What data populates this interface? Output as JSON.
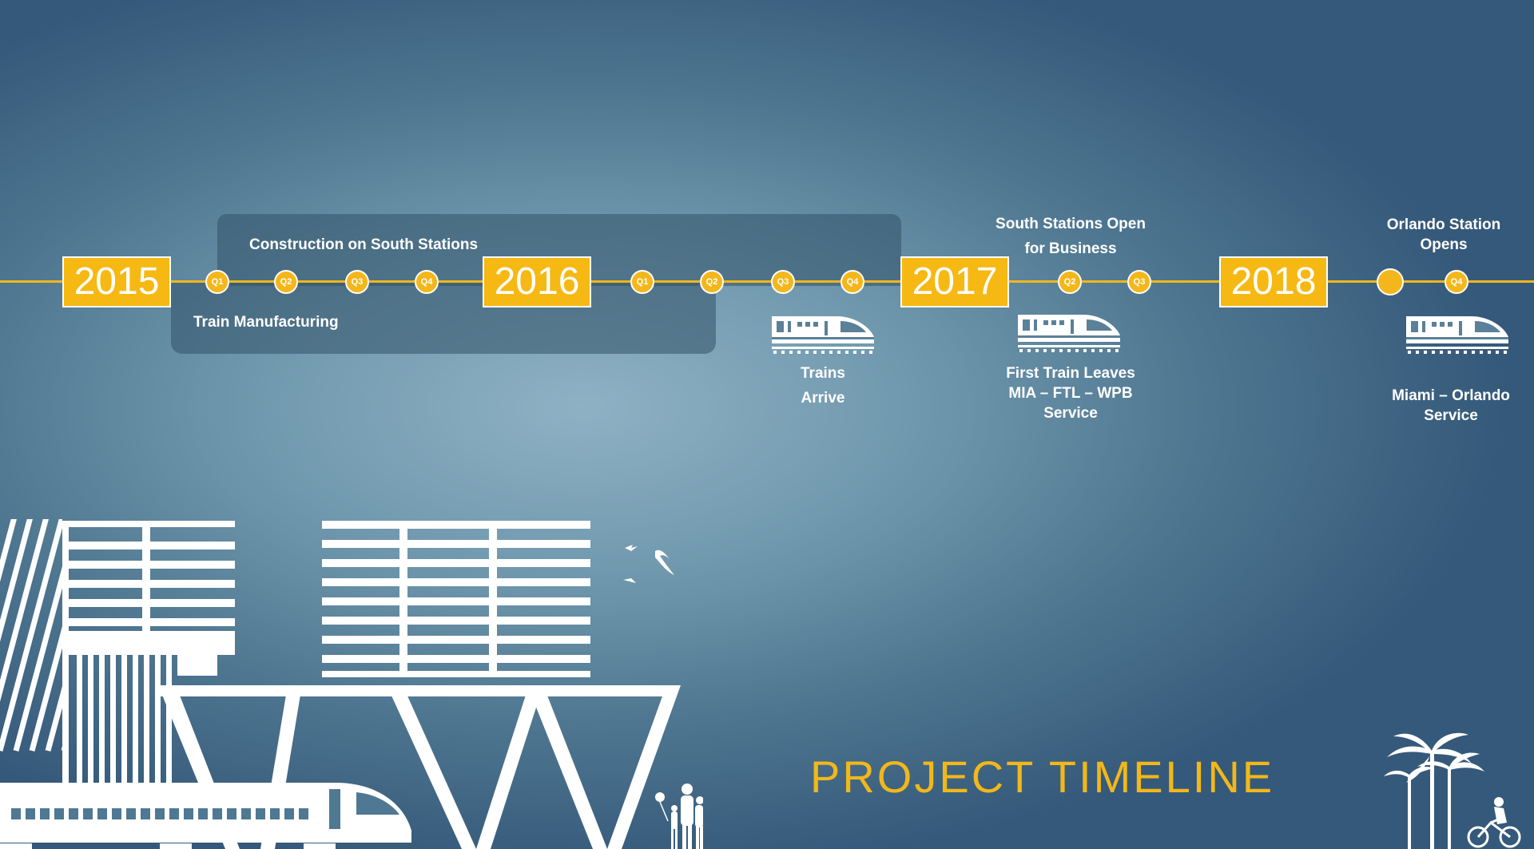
{
  "timeline": {
    "years": [
      "2015",
      "2016",
      "2017",
      "2018"
    ],
    "quarters_2015": [
      "Q1",
      "Q2",
      "Q3",
      "Q4"
    ],
    "quarters_2016": [
      "Q1",
      "Q2",
      "Q3",
      "Q4"
    ],
    "quarters_2017": [
      "Q2",
      "Q3"
    ],
    "quarters_2018": [
      "",
      "Q4"
    ]
  },
  "labels": {
    "construction": "Construction on South Stations",
    "manufacturing": "Train Manufacturing",
    "trains_arrive_1": "Trains",
    "trains_arrive_2": "Arrive",
    "south_open_1": "South Stations Open",
    "south_open_2": "for Business",
    "first_train_1": "First Train Leaves",
    "first_train_2": "MIA – FTL – WPB",
    "first_train_3": "Service",
    "orlando_open_1": "Orlando Station",
    "orlando_open_2": "Opens",
    "miami_orlando_1": "Miami – Orlando",
    "miami_orlando_2": "Service"
  },
  "title": "PROJECT TIMELINE",
  "colors": {
    "accent": "#f4b71b",
    "background": "#4e7690",
    "panel": "#3c6480"
  },
  "icons": [
    "train-icon",
    "city-skyline-illustration",
    "birds-icon",
    "family-silhouette-icon",
    "palm-trees-icon",
    "cyclist-icon"
  ]
}
